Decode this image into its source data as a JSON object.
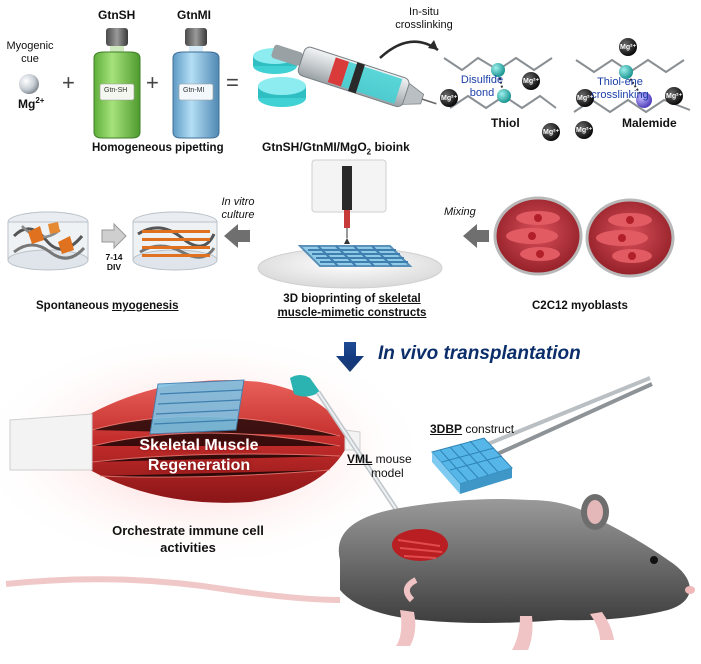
{
  "top": {
    "myogenic_cue_line1": "Myogenic",
    "myogenic_cue_line2": "cue",
    "mg": "Mg",
    "mg_sup": "2+",
    "plus1": "+",
    "plus2": "+",
    "equals": "=",
    "bottle1_title": "GtnSH",
    "bottle1_label": "Gtn-SH",
    "bottle2_title": "GtnMI",
    "bottle2_label": "Gtn-MI",
    "homogeneous": "Homogeneous pipetting",
    "bioink_prefix": "GtnSH/GtnMI/MgO",
    "bioink_sub": "2",
    "bioink_suffix": " bioink",
    "insitu_line1": "In-situ",
    "insitu_line2": "crosslinking",
    "disulfide_line1": "Disulfide",
    "disulfide_line2": "bond",
    "thiolene_line1": "Thiol-ene",
    "thiolene_line2": "crosslinking",
    "thiol": "Thiol",
    "malemide": "Malemide",
    "mg_ion": "Mg²⁺"
  },
  "middle": {
    "invitro_line1": "In vitro",
    "invitro_line2": "culture",
    "div_line1": "7-14",
    "div_line2": "DIV",
    "mixing": "Mixing",
    "spontaneous_prefix": "Spontaneous ",
    "spontaneous_ul": "myogenesis",
    "bioprint_line1_prefix": "3D bioprinting of ",
    "bioprint_line1_ul": "skeletal",
    "bioprint_line2_ul": "muscle-mimetic constructs",
    "c2c12": "C2C12 myoblasts"
  },
  "bottom": {
    "invivo": "In vivo transplantation",
    "skeletal_line1": "Skeletal Muscle",
    "skeletal_line2": "Regeneration",
    "construct_ul": "3DBP",
    "construct_rest": " construct",
    "vml_ul": "VML",
    "vml_rest": " mouse",
    "vml_line2": "model",
    "orchestrate_line1": "Orchestrate immune cell",
    "orchestrate_line2": "activities"
  },
  "colors": {
    "navy": "#0b2e6b",
    "muscle_red": "#c8342f",
    "teal": "#2ab3b0",
    "purple": "#6a5cd6",
    "green_bottle": "#8fd66a",
    "blue_bottle": "#8cc6e8",
    "construct_blue": "#56b6e8",
    "arrow_grey": "#6f6f6f"
  }
}
